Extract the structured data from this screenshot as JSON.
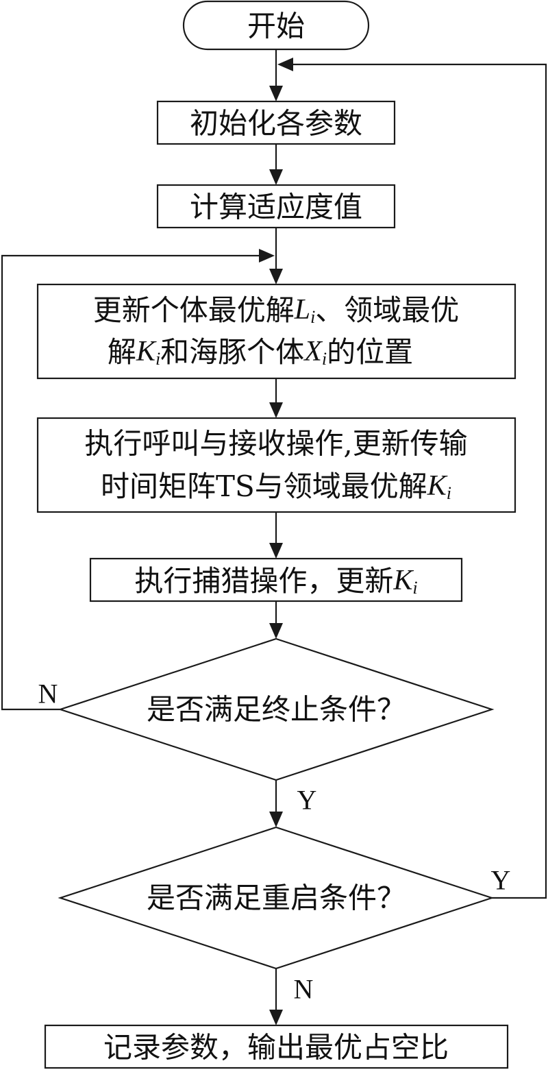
{
  "nodes": {
    "start": "开始",
    "init": "初始化各参数",
    "fitness": "计算适应度值",
    "update": {
      "line1_a": "更新个体最优解",
      "line1_var": "L",
      "line1_sub": "i",
      "line1_b": "、领域最优",
      "line2_a": "解",
      "line2_var1": "K",
      "line2_sub1": "i",
      "line2_b": "和海豚个体",
      "line2_var2": "X",
      "line2_sub2": "i",
      "line2_c": "的位置"
    },
    "call": {
      "line1": "执行呼叫与接收操作,更新传输",
      "line2_a": "时间矩阵TS与领域最优解",
      "line2_var": "K",
      "line2_sub": "i"
    },
    "hunt": {
      "text": "执行捕猎操作，更新",
      "var": "K",
      "sub": "i"
    },
    "terminate": "是否满足终止条件？",
    "restart": "是否满足重启条件？",
    "record": "记录参数，输出最优占空比"
  },
  "edges": {
    "terminate_no": "N",
    "terminate_yes": "Y",
    "restart_yes": "Y",
    "restart_no": "N"
  }
}
